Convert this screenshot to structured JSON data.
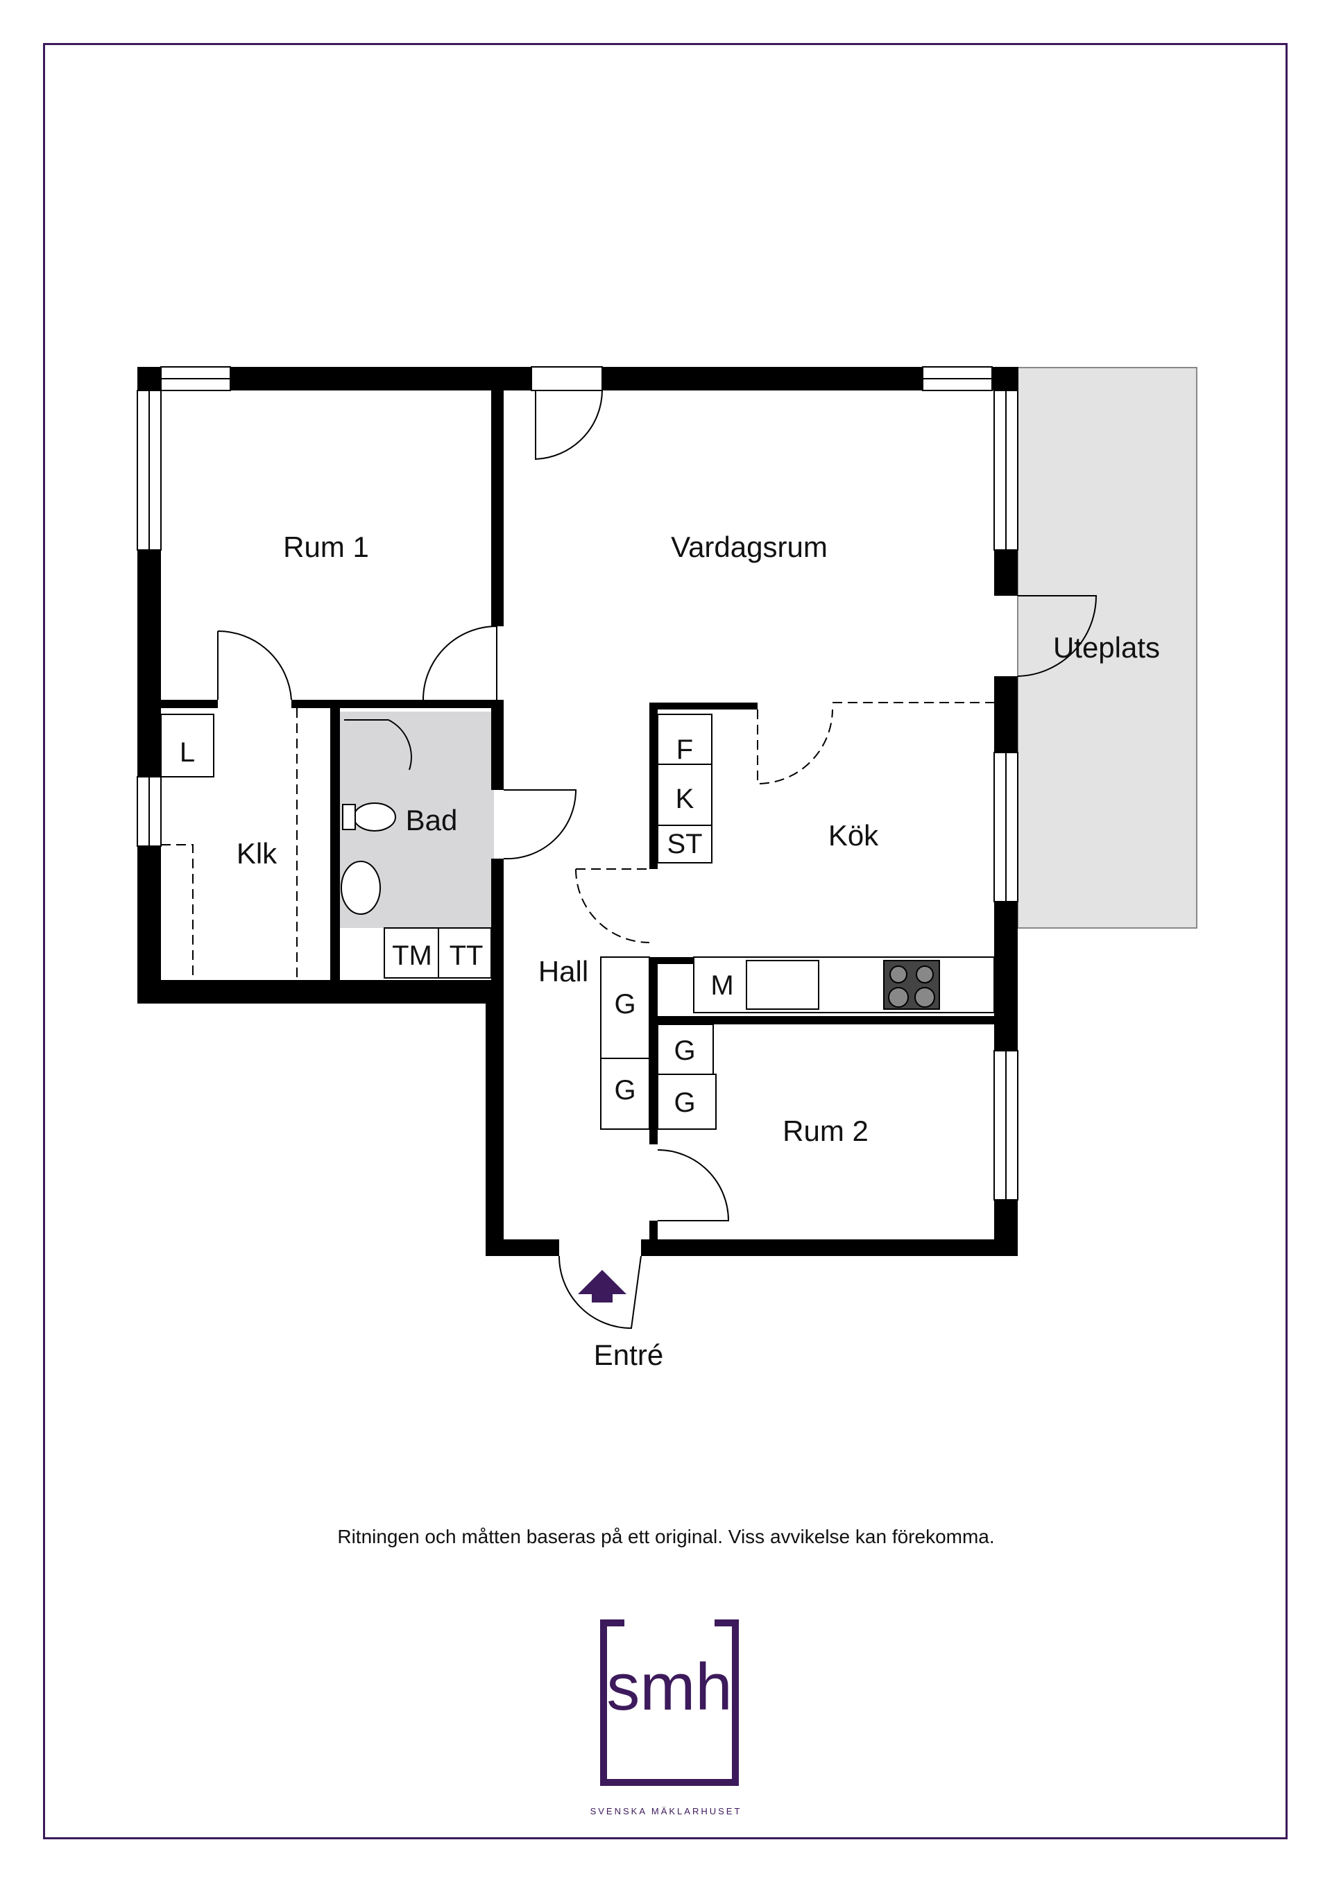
{
  "rooms": {
    "rum1": "Rum 1",
    "vardagsrum": "Vardagsrum",
    "uteplats": "Uteplats",
    "kok": "Kök",
    "bad": "Bad",
    "klk": "Klk",
    "hall": "Hall",
    "rum2": "Rum 2",
    "entre": "Entré"
  },
  "fixtures": {
    "linen": "L",
    "fridge": "F",
    "freezer": "K",
    "cabinet_st": "ST",
    "washer": "TM",
    "dryer": "TT",
    "wardrobe_hall_1": "G",
    "wardrobe_hall_2": "G",
    "wardrobe_rum2_1": "G",
    "wardrobe_rum2_2": "G",
    "microwave": "M"
  },
  "footer": {
    "disclaimer": "Ritningen och måtten baseras på ett original. Viss avvikelse kan förekomma.",
    "logo_text": "smh",
    "logo_subtitle": "SVENSKA MÄKLARHUSET"
  },
  "colors": {
    "brand": "#3c1a5b",
    "wall": "#000000",
    "wet_room": "#d7d7d9",
    "terrace": "#e3e3e3",
    "entry_arrow": "#3c1a5b"
  }
}
